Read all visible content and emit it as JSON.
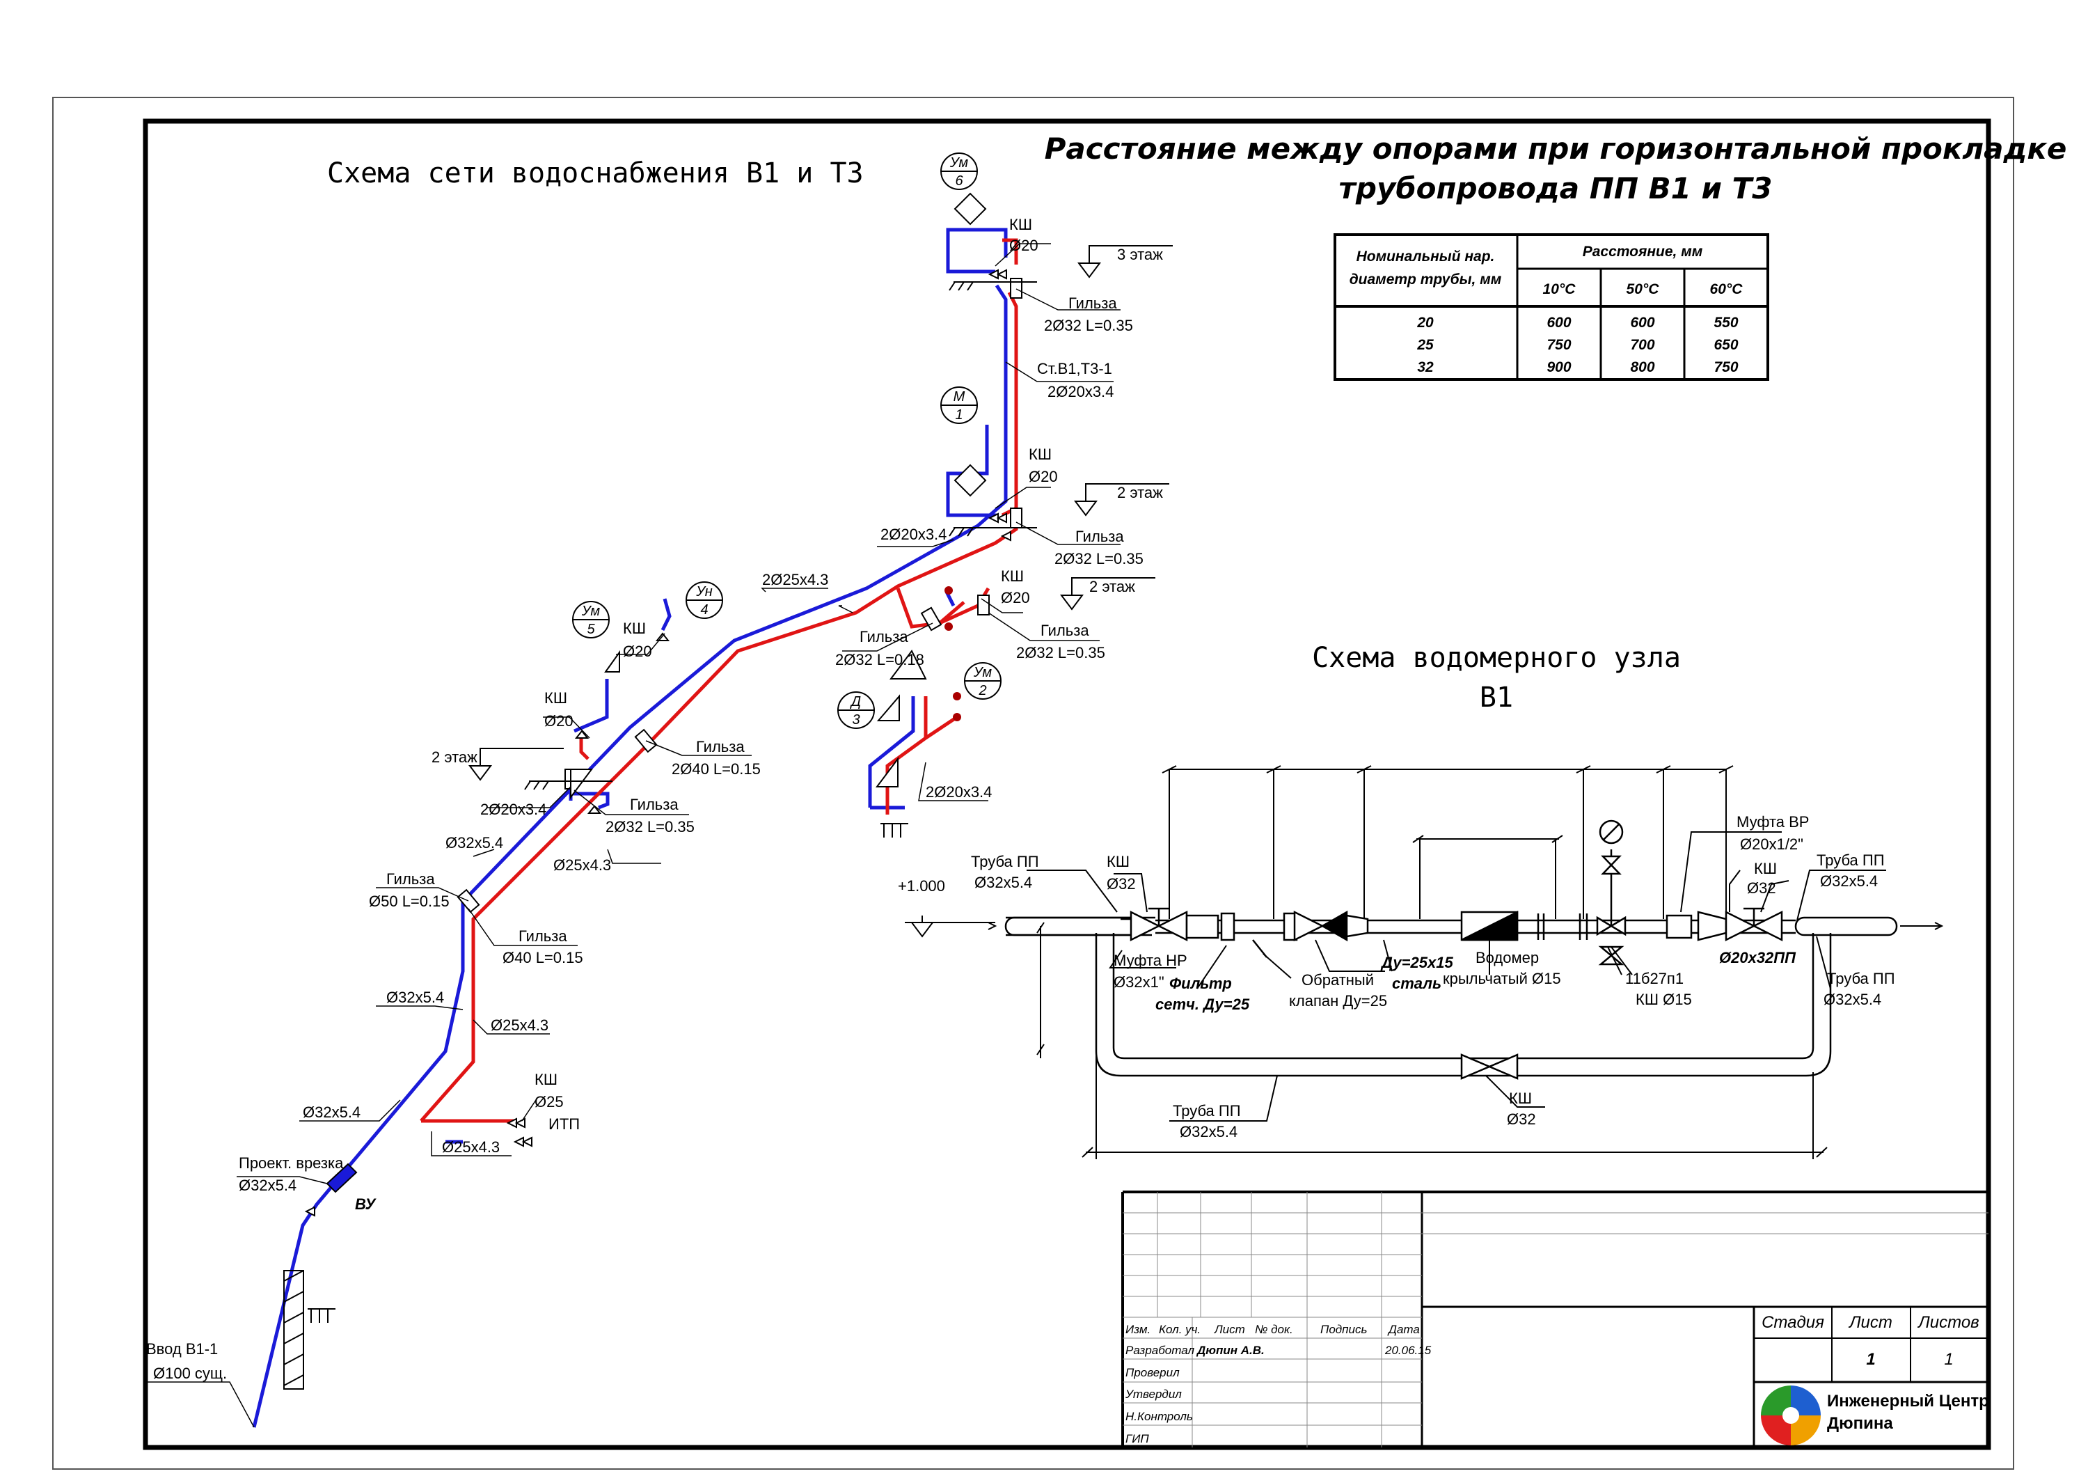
{
  "titles": {
    "network": "Схема сети водоснабжения В1 и Т3",
    "supports_1": "Расстояние между опорами при горизонтальной прокладке",
    "supports_2": "трубопровода ПП В1 и Т3",
    "meter_1": "Схема водомерного узла",
    "meter_2": "В1"
  },
  "supports_table": {
    "col_diameter": [
      "Номинальный нар.",
      "диаметр трубы, мм"
    ],
    "col_distance": "Расстояние, мм",
    "temps": [
      "10°С",
      "50°С",
      "60°С"
    ],
    "rows": [
      {
        "d": "20",
        "v": [
          "600",
          "600",
          "550"
        ]
      },
      {
        "d": "25",
        "v": [
          "750",
          "700",
          "650"
        ]
      },
      {
        "d": "32",
        "v": [
          "900",
          "800",
          "750"
        ]
      }
    ]
  },
  "network_labels": {
    "um6": [
      "Ум",
      "6"
    ],
    "m1": [
      "М",
      "1"
    ],
    "um5": [
      "Ум",
      "5"
    ],
    "un4": [
      "Ун",
      "4"
    ],
    "um2": [
      "Ум",
      "2"
    ],
    "d3": [
      "Д",
      "3"
    ],
    "ksh": "КШ",
    "d20": "Ø20",
    "d25": "Ø25",
    "floor3": "3 этаж",
    "floor2": "2 этаж",
    "sleeve": "Гильза",
    "s232_035": "2Ø32 L=0.35",
    "s232_018": "2Ø32 L=0.18",
    "s240_015": "2Ø40 L=0.15",
    "s50_015": "Ø50 L=0.15",
    "s40_015": "Ø40 L=0.15",
    "riser": "Ст.В1,Т3-1",
    "p2x20": "2Ø20x3.4",
    "p2x25": "2Ø25x4.3",
    "p32": "Ø32x5.4",
    "p25": "Ø25x4.3",
    "itp": "ИТП",
    "design_tap": "Проект. врезка",
    "vu": "ВУ",
    "inlet": "Ввод В1-1",
    "inlet_d": "Ø100 сущ."
  },
  "meter_labels": {
    "elev": "+1.000",
    "pipe_pp": "Труба ПП",
    "p32": "Ø32x5.4",
    "ksh": "КШ",
    "d32": "Ø32",
    "ksh15": "КШ Ø15",
    "coupling_nr": "Муфта НР",
    "coupling_nr_d": "Ø32x1\"",
    "filter": "Фильтр",
    "filter_d": "сетч. Ду=25",
    "check_valve": "Обратный",
    "check_valve_d": "клапан Ду=25",
    "steel": "Ду=25x15",
    "steel_d": "сталь",
    "meter": "Водомер",
    "meter_d": "крыльчатый Ø15",
    "valve_code": "11б27п1",
    "coupling_vr": "Муфта ВР",
    "coupling_vr_d": "Ø20x1/2\"",
    "reducer": "Ø20x32ПП"
  },
  "title_block": {
    "cols": [
      "Изм.",
      "Кол. уч.",
      "Лист",
      "№ док.",
      "Подпись",
      "Дата"
    ],
    "rows": [
      "Разработал",
      "Проверил",
      "Утвердил",
      "",
      "Н.Контроль",
      "ГИП"
    ],
    "developer": "Дюпин А.В.",
    "date": "20.06.15",
    "stage": "Стадия",
    "sheet": "Лист",
    "sheets": "Листов",
    "sheet_no": "1",
    "sheets_no": "1",
    "company_1": "Инженерный Центр",
    "company_2": "Дюпина"
  },
  "colors": {
    "cold_water": "#1a1ad8",
    "hot_water": "#e01414",
    "logo": [
      "#e02020",
      "#2a9a2a",
      "#1e5fd0",
      "#f0a000"
    ]
  }
}
